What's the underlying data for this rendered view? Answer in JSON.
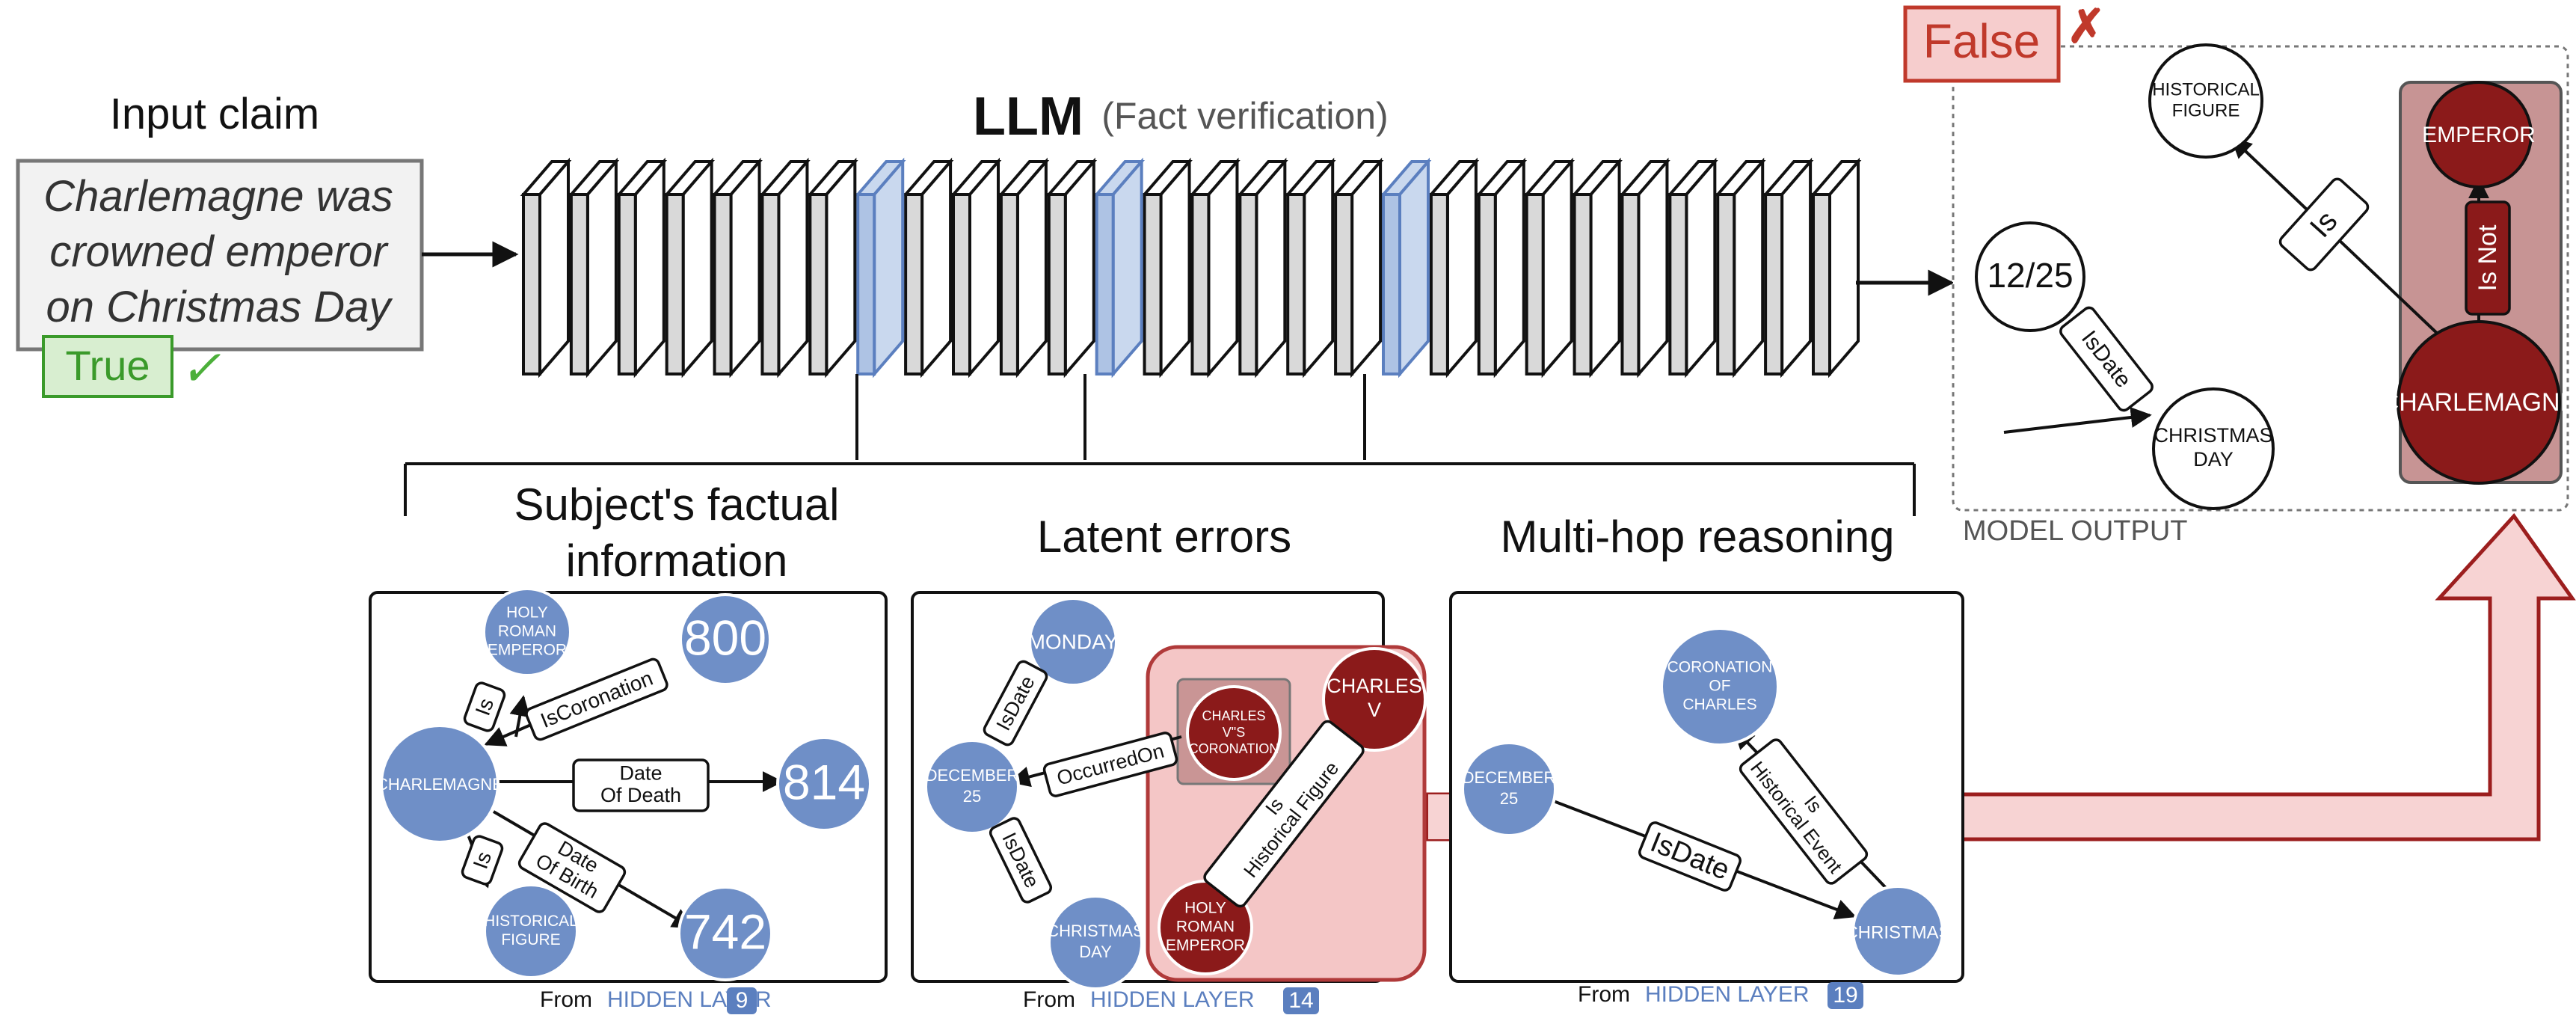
{
  "input": {
    "title": "Input claim",
    "claim_lines": [
      "Charlemagne was",
      "crowned emperor",
      "on Christmas Day"
    ],
    "true_label": "True",
    "check_mark": "✓"
  },
  "llm": {
    "title": "LLM",
    "subtitle": "(Fact verification)"
  },
  "output": {
    "false_label": "False",
    "x_mark": "✗",
    "caption": "MODEL OUTPUT",
    "nodes": {
      "historical_figure": [
        "HISTORICAL",
        "FIGURE"
      ],
      "emperor": "EMPEROR",
      "date": "12/25",
      "christmas_day": [
        "CHRISTMAS",
        "DAY"
      ],
      "charlemagne": "CHARLEMAGNE"
    },
    "edges": {
      "is": "Is",
      "is_not": "Is Not",
      "is_date": "IsDate"
    }
  },
  "sections": {
    "subject": {
      "title_lines": [
        "Subject's factual",
        "information"
      ]
    },
    "latent": {
      "title": "Latent errors"
    },
    "multihop": {
      "title": "Multi-hop reasoning"
    }
  },
  "panel1": {
    "nodes": {
      "hre": [
        "HOLY",
        "ROMAN",
        "EMPEROR"
      ],
      "n800": "800",
      "charlemagne": "CHARLEMAGNE",
      "n814": "814",
      "historical": [
        "HISTORICAL",
        "FIGURE"
      ],
      "n742": "742"
    },
    "edges": {
      "is_top": "Is",
      "is_coronation": "IsCoronation",
      "date_of_death": [
        "Date",
        "Of Death"
      ],
      "is_bottom": "Is",
      "date_of_birth": [
        "Date",
        "Of Birth"
      ]
    },
    "footer": {
      "from": "From",
      "layer_label": "HIDDEN LAYER",
      "layer_num": "9"
    }
  },
  "panel2": {
    "nodes": {
      "monday": "MONDAY",
      "charles_coronation": [
        "CHARLES",
        "V\"S",
        "CORONATION"
      ],
      "charles_v": [
        "CHARLES",
        "V"
      ],
      "december25": [
        "DECEMBER",
        "25"
      ],
      "christmas_day": [
        "CHRISTMAS",
        "DAY"
      ],
      "hre": [
        "HOLY",
        "ROMAN",
        "EMPEROR"
      ]
    },
    "edges": {
      "is_date_top": "IsDate",
      "occurred_on": "OccurredOn",
      "is_date_bottom": "IsDate",
      "is_historical_figure": [
        "Is",
        "Historical Figure"
      ]
    },
    "footer": {
      "from": "From",
      "layer_label": "HIDDEN LAYER",
      "layer_num": "14"
    }
  },
  "panel3": {
    "nodes": {
      "coronation": [
        "CORONATION",
        "OF",
        "CHARLES"
      ],
      "december25": [
        "DECEMBER",
        "25"
      ],
      "christmas": "CHRISTMAS"
    },
    "edges": {
      "is_date": "IsDate",
      "is_historical_event": [
        "Is",
        "Historical Event"
      ]
    },
    "footer": {
      "from": "From",
      "layer_label": "HIDDEN LAYER",
      "layer_num": "19"
    }
  },
  "colors": {
    "node_blue": "#6f8fc7",
    "node_red": "#8b1a1a",
    "highlight_red": "#f4c6c6",
    "highlight_border": "#b03a3a",
    "accent_blue": "#5b7fbf",
    "true_green": "#3a9a2a",
    "false_red": "#c0392b",
    "layer_blue": "#c9d8ee"
  }
}
